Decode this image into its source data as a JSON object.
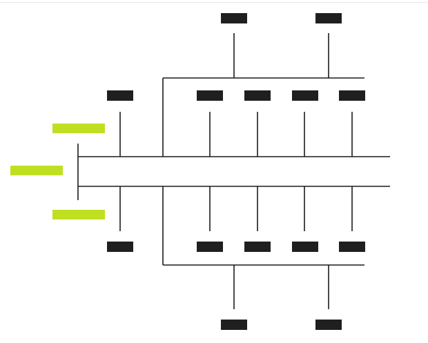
{
  "colors": {
    "background": "#ffffff",
    "line": "#1a1a1a",
    "node_dark": "#1f1f1f",
    "node_accent": "#bfe022"
  },
  "diagram": {
    "type": "fishbone-like block diagram",
    "text_labels_visible": false,
    "node_styles": [
      {
        "name": "dark-block",
        "color": "#1f1f1f"
      },
      {
        "name": "accent-block",
        "color": "#bfe022"
      }
    ]
  }
}
